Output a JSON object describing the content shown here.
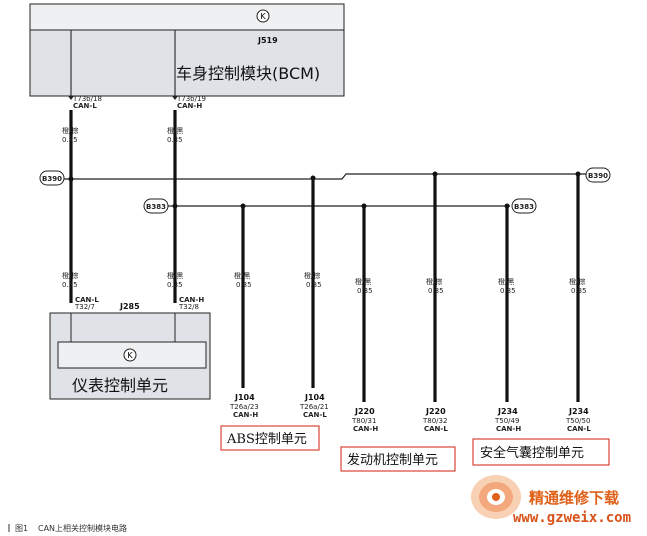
{
  "bcm": {
    "name": "车身控制模块(BCM)",
    "code": "J519",
    "k_symbol": "K",
    "pins": [
      {
        "pin": "T73b/18",
        "signal": "CAN-L"
      },
      {
        "pin": "T73b/19",
        "signal": "CAN-H"
      }
    ]
  },
  "cluster": {
    "name": "仪表控制单元",
    "code": "J285",
    "k_symbol": "K",
    "pins": [
      {
        "signal": "CAN-L",
        "pin": "T32/7"
      },
      {
        "signal": "CAN-H",
        "pin": "T32/8"
      }
    ]
  },
  "connectors": {
    "b390": "B390",
    "b383": "B383"
  },
  "wires": {
    "bcm_l": {
      "color": "橙/棕",
      "gauge": "0.35"
    },
    "bcm_h": {
      "color": "橙/黑",
      "gauge": "0.35"
    },
    "cl_l": {
      "color": "橙/棕",
      "gauge": "0.35"
    },
    "cl_h": {
      "color": "橙/黑",
      "gauge": "0.35"
    },
    "abs_h": {
      "color": "橙/黑",
      "gauge": "0.35"
    },
    "abs_l": {
      "color": "橙/棕",
      "gauge": "0.35"
    },
    "eng_h": {
      "color": "橙/黑",
      "gauge": "0.35"
    },
    "eng_l": {
      "color": "橙/棕",
      "gauge": "0.35"
    },
    "air_h": {
      "color": "橙/黑",
      "gauge": "0.35"
    },
    "air_l": {
      "color": "橙/棕",
      "gauge": "0.35"
    }
  },
  "ends": {
    "abs_h": {
      "code": "J104",
      "pin": "T26a/23",
      "signal": "CAN-H"
    },
    "abs_l": {
      "code": "J104",
      "pin": "T26a/21",
      "signal": "CAN-L"
    },
    "eng_h": {
      "code": "J220",
      "pin": "T80/31",
      "signal": "CAN-H"
    },
    "eng_l": {
      "code": "J220",
      "pin": "T80/32",
      "signal": "CAN-L"
    },
    "air_h": {
      "code": "J234",
      "pin": "T50/49",
      "signal": "CAN-H"
    },
    "air_l": {
      "code": "J234",
      "pin": "T50/50",
      "signal": "CAN-L"
    }
  },
  "units": {
    "abs": "ABS控制单元",
    "engine": "发动机控制单元",
    "airbag": "安全气囊控制单元"
  },
  "caption": {
    "prefix": "图1",
    "text": "CAN上相关控制模块电路"
  },
  "watermark": {
    "name": "精通维修下载",
    "url": "www.gzweix.com"
  },
  "colors": {
    "module_fill": "#dfe3e7",
    "label_box": "#d9463a",
    "wire": "#111111",
    "watermark": "#e0611a"
  }
}
